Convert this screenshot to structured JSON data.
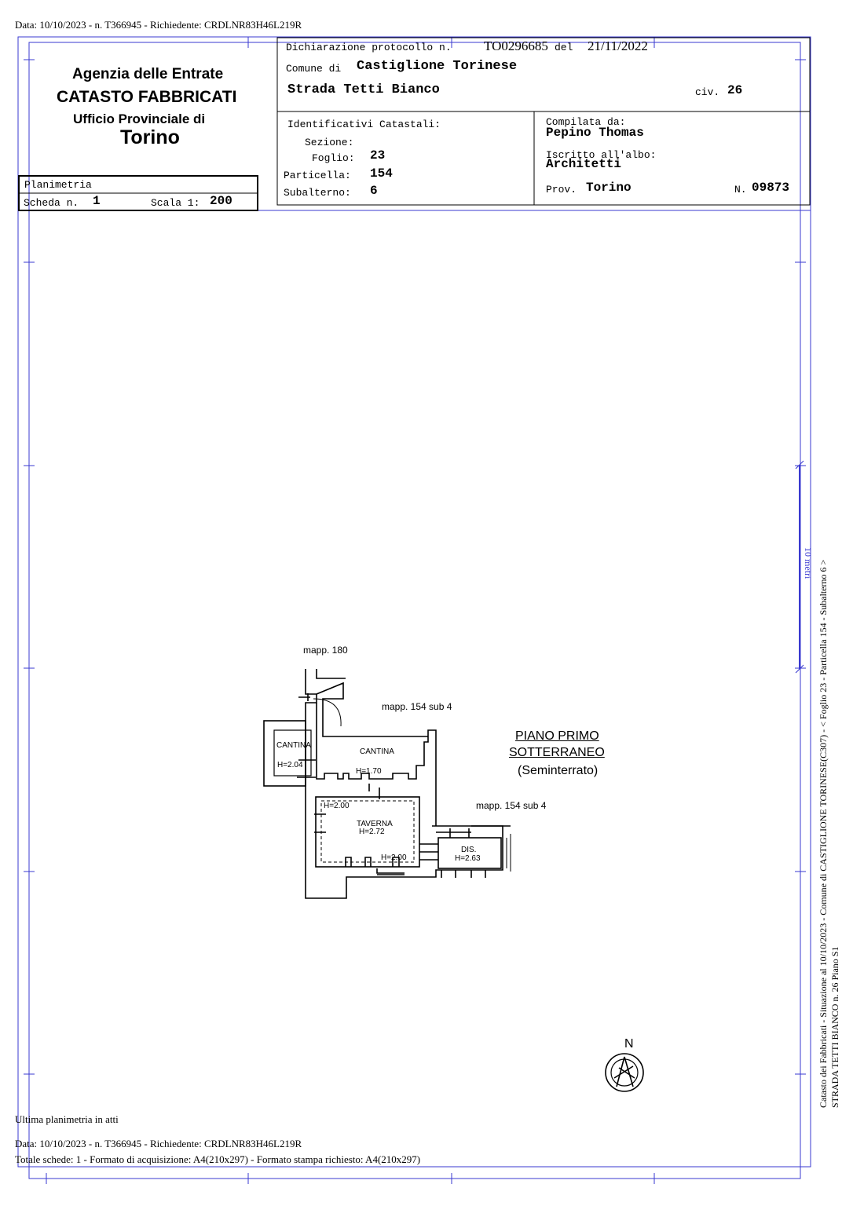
{
  "header_line": "Data: 10/10/2023 - n. T366945 - Richiedente: CRDLNR83H46L219R",
  "agency": {
    "line1": "Agenzia delle Entrate",
    "line2": "CATASTO FABBRICATI",
    "line3": "Ufficio Provinciale di",
    "line4": "Torino"
  },
  "sheet": {
    "planimetria_label": "Planimetria",
    "scheda_label": "Scheda n.",
    "scheda_value": "1",
    "scala_label": "Scala 1:",
    "scala_value": "200"
  },
  "declaration": {
    "protocol_label": "Dichiarazione protocollo n.",
    "protocol_value": "TO0296685",
    "date_label": "del",
    "date_value": "21/11/2022",
    "comune_label": "Comune di",
    "comune_value": "Castiglione Torinese",
    "street": "Strada Tetti Bianco",
    "civ_label": "civ.",
    "civ_value": "26"
  },
  "identifiers": {
    "title": "Identificativi Catastali:",
    "sezione_label": "Sezione:",
    "sezione_value": "",
    "foglio_label": "Foglio:",
    "foglio_value": "23",
    "particella_label": "Particella:",
    "particella_value": "154",
    "subalterno_label": "Subalterno:",
    "subalterno_value": "6"
  },
  "compiler": {
    "compilata_label": "Compilata da:",
    "compilata_value": "Pepino Thomas",
    "albo_label": "Iscritto all'albo:",
    "albo_value": "Architetti",
    "prov_label": "Prov.",
    "prov_value": "Torino",
    "n_label": "N.",
    "n_value": "09873"
  },
  "plan": {
    "labels": {
      "mapp180": "mapp. 180",
      "mapp154_top": "mapp. 154 sub 4",
      "mapp154_right": "mapp. 154 sub 4",
      "cantina_small": "CANTINA",
      "cantina_small_h": "H=2.04",
      "cantina": "CANTINA",
      "cantina_h": "H=1.70",
      "taverna_h_top": "H=2.00",
      "taverna": "TAVERNA",
      "taverna_h": "H=2.72",
      "taverna_h_bottom": "H=2.00",
      "dis": "DIS.",
      "dis_h": "H=2.63"
    },
    "floor_title_1": "PIANO PRIMO",
    "floor_title_2": "SOTTERRANEO",
    "floor_subtitle": "(Seminterrato)",
    "north": "N"
  },
  "scale_bar_label": "10 metri",
  "side_note_1": "Catasto dei Fabbricati - Situazione al 10/10/2023 - Comune di CASTIGLIONE TORINESE(C307) - < Foglio 23 - Particella 154 - Subalterno 6 >",
  "side_note_2": "STRADA TETTI BIANCO n. 26 Piano S1",
  "footer": {
    "last": "Ultima planimetria in atti",
    "data": "Data: 10/10/2023 - n. T366945 - Richiedente: CRDLNR83H46L219R",
    "totals": "Totale schede: 1 - Formato di acquisizione: A4(210x297)  - Formato stampa richiesto: A4(210x297)"
  },
  "colors": {
    "frame_blue": "#3a3ad0",
    "ink": "#000000"
  }
}
